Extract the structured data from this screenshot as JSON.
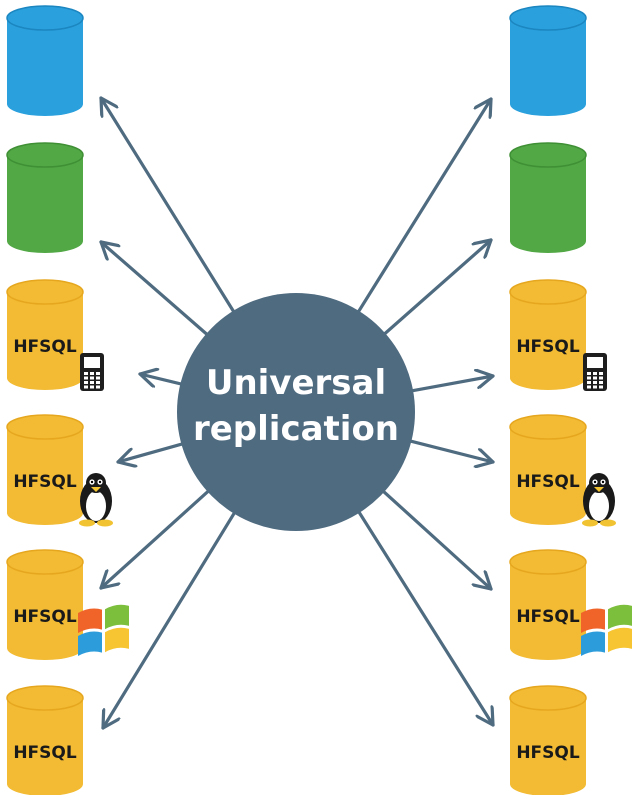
{
  "hub": {
    "line1": "Universal",
    "line2": "replication",
    "color": "#4f6b80"
  },
  "colors": {
    "arrow": "#4f6b80",
    "blue_db": "#2aa0dd",
    "green_db": "#52a845",
    "yellow_db": "#f2bb33",
    "yellow_db_edge": "#e6a71f"
  },
  "left_column": [
    {
      "color": "blue",
      "label": "",
      "badge": ""
    },
    {
      "color": "green",
      "label": "",
      "badge": ""
    },
    {
      "color": "yellow",
      "label": "HFSQL",
      "badge": "mobile-phone-icon"
    },
    {
      "color": "yellow",
      "label": "HFSQL",
      "badge": "linux-penguin-icon"
    },
    {
      "color": "yellow",
      "label": "HFSQL",
      "badge": "windows-logo-icon"
    },
    {
      "color": "yellow",
      "label": "HFSQL",
      "badge": ""
    }
  ],
  "right_column": [
    {
      "color": "blue",
      "label": "",
      "badge": ""
    },
    {
      "color": "green",
      "label": "",
      "badge": ""
    },
    {
      "color": "yellow",
      "label": "HFSQL",
      "badge": "mobile-phone-icon"
    },
    {
      "color": "yellow",
      "label": "HFSQL",
      "badge": "linux-penguin-icon"
    },
    {
      "color": "yellow",
      "label": "HFSQL",
      "badge": "windows-logo-icon"
    },
    {
      "color": "yellow",
      "label": "HFSQL",
      "badge": ""
    }
  ]
}
